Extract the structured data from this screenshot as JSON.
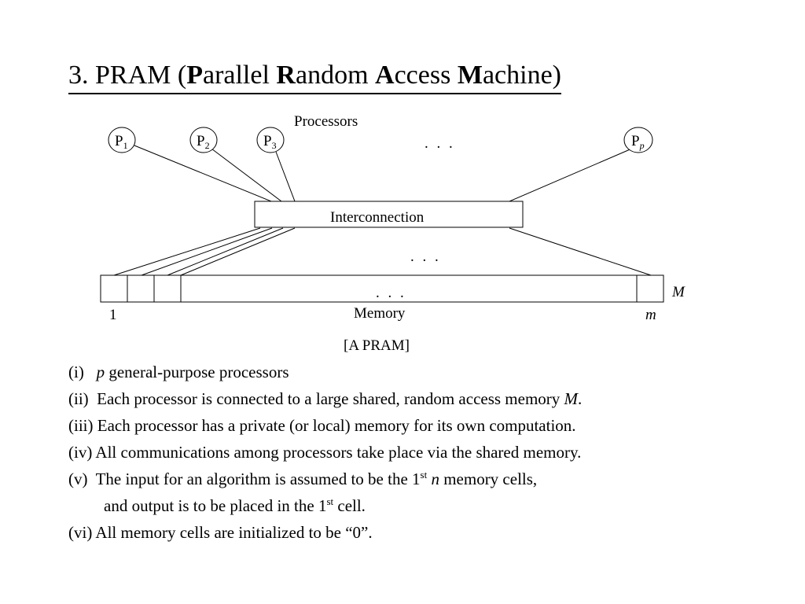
{
  "title": {
    "number": "3. PRAM (",
    "p_bold": "P",
    "p_rest": "arallel ",
    "r_bold": "R",
    "r_rest": "andom ",
    "a_bold": "A",
    "a_rest": "ccess ",
    "m_bold": "M",
    "m_rest": "achine)"
  },
  "diagram": {
    "processors_label": "Processors",
    "processors": [
      {
        "letter": "P",
        "subscript": "1"
      },
      {
        "letter": "P",
        "subscript": "2"
      },
      {
        "letter": "P",
        "subscript": "3"
      },
      {
        "letter": "P",
        "subscript": "p"
      }
    ],
    "processor_ellipsis": ". . .",
    "interconnection_label": "Interconnection",
    "link_ellipsis": ". . .",
    "memory_ellipsis": ". . .",
    "memory_symbol": "M",
    "memory_first_index": "1",
    "memory_label": "Memory",
    "memory_last_index": "m"
  },
  "caption": "[A PRAM]",
  "items": [
    {
      "prefix": "(i)   ",
      "var": "p",
      "text": " general-purpose processors"
    },
    {
      "text": "(ii)  Each processor is connected to a large shared, random access memory ",
      "var": "M",
      "suffix": "."
    },
    {
      "text": "(iii) Each processor has a private (or local) memory for its own computation."
    },
    {
      "text": "(iv) All communications among processors take place via the shared memory."
    },
    {
      "text1": "(v)  The input for an algorithm is assumed to be the 1",
      "sup": "st",
      "var": "n",
      "text2": " memory cells,"
    },
    {
      "text1": "and output is to be placed in the 1",
      "sup": "st",
      "text2": " cell."
    },
    {
      "text": "(vi) All memory cells are initialized to be “0”."
    }
  ]
}
